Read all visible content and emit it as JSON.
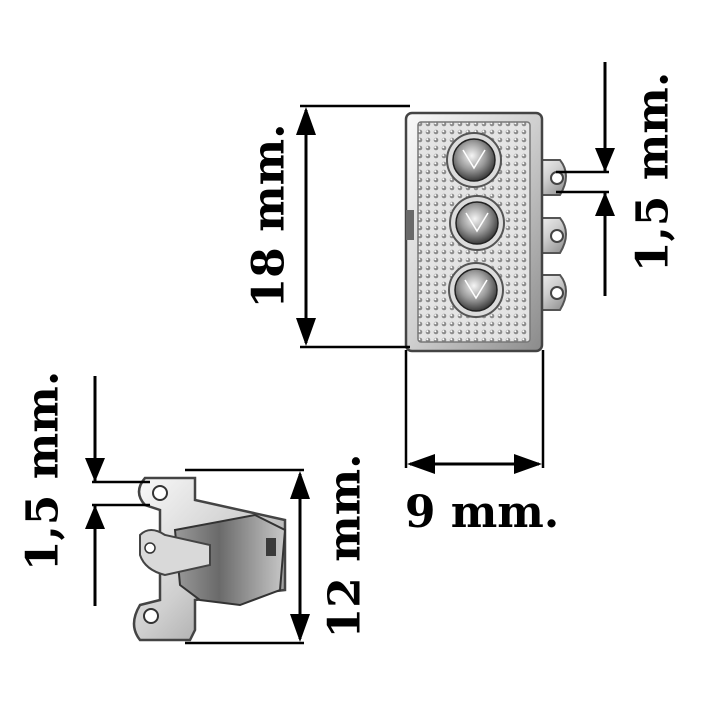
{
  "labels": {
    "top_height": "18 mm.",
    "top_ring_gap": "1,5 mm.",
    "top_width": "9 mm.",
    "bottom_ring_gap": "1,5 mm.",
    "bottom_height": "12 mm."
  },
  "colors": {
    "metal_light": "#f2f2f2",
    "metal_mid": "#bdbdbd",
    "metal_dark": "#6e6e6e",
    "ink": "#000000"
  }
}
